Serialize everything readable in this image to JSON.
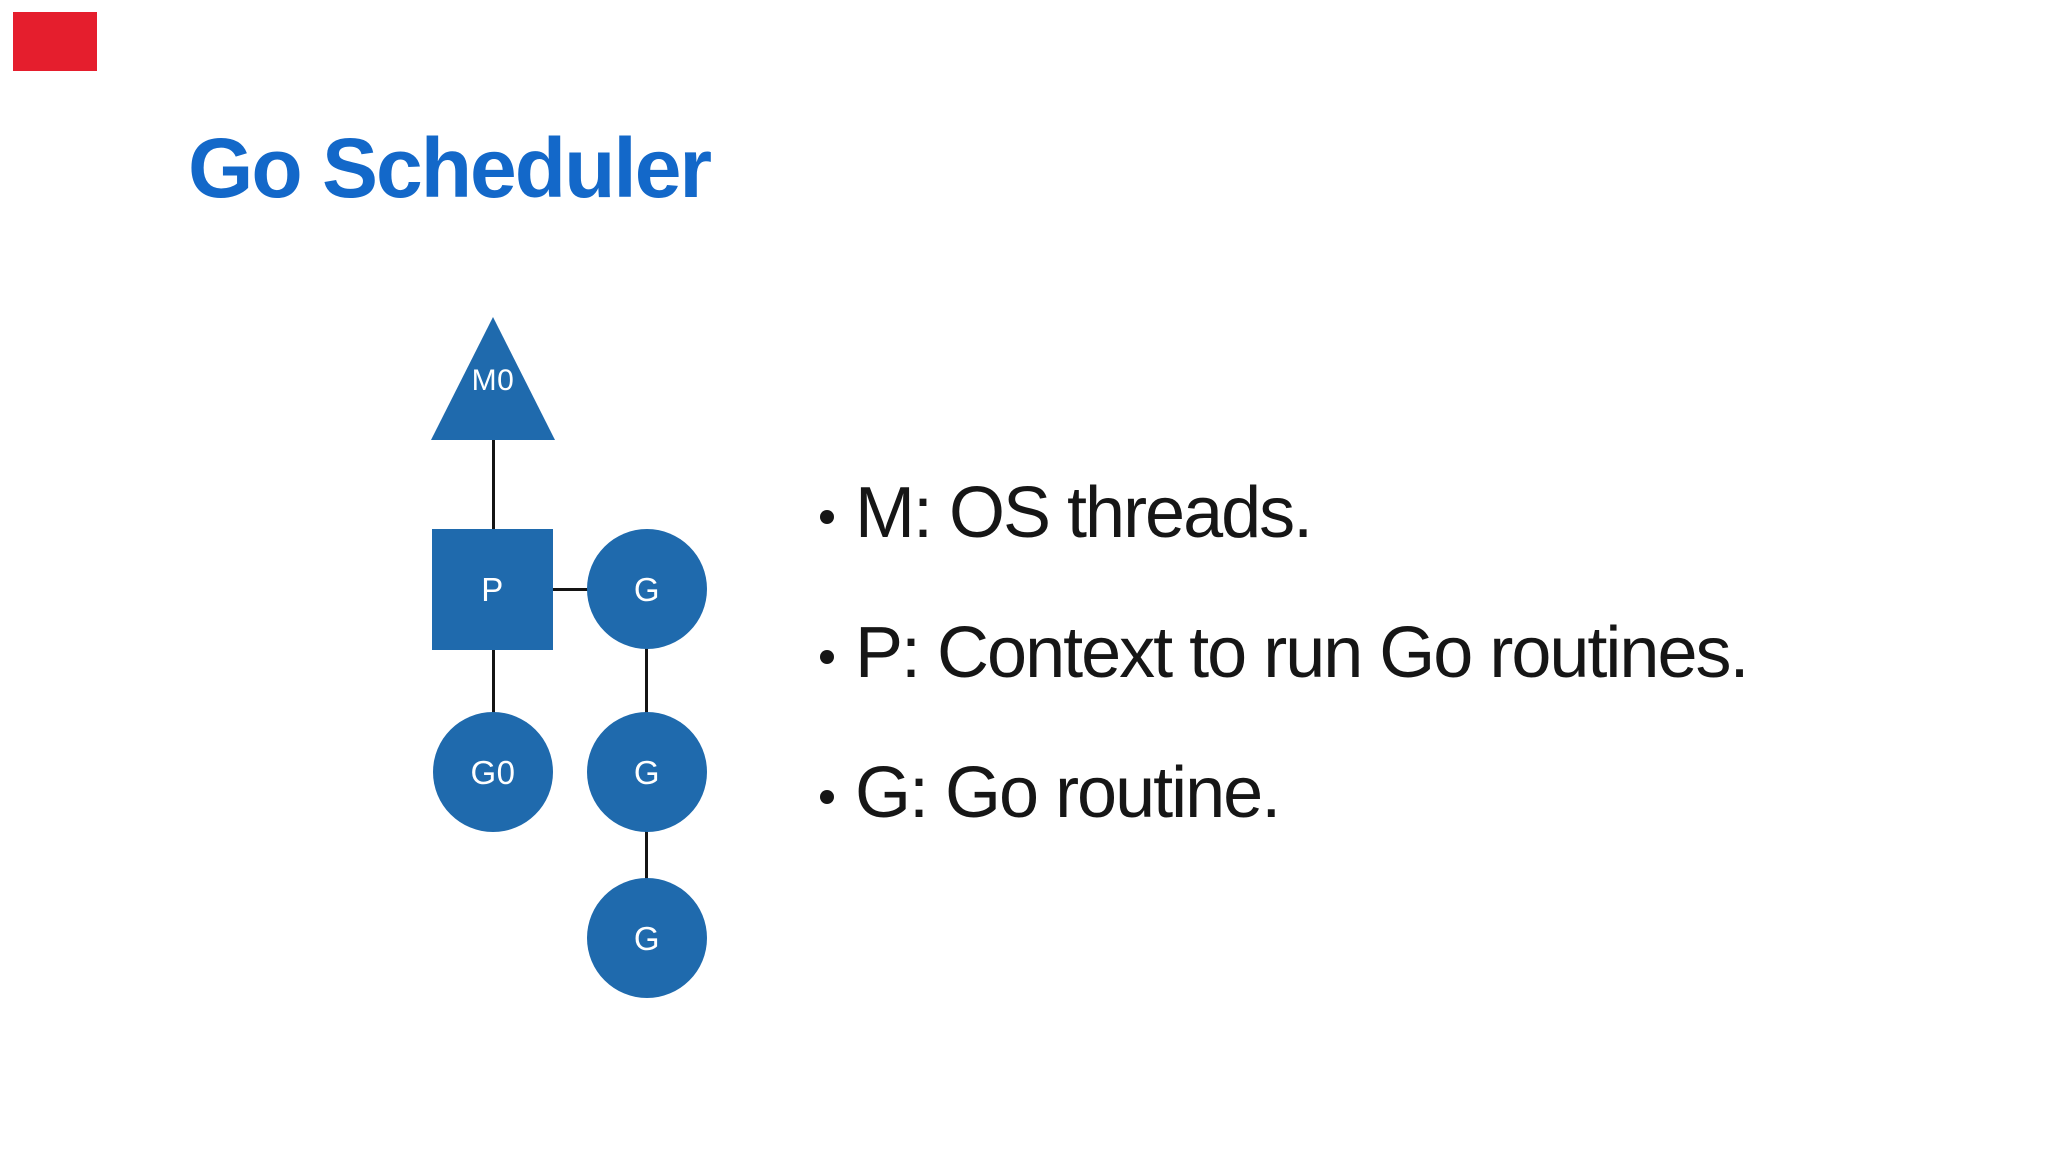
{
  "slide": {
    "title": "Go Scheduler",
    "title_color": "#1368c9",
    "background_color": "#ffffff"
  },
  "indicator": {
    "color": "#e51e2d"
  },
  "diagram": {
    "shape_color": "#1f6aad",
    "node_label_color": "#ffffff",
    "connector_color": "#141414",
    "nodes": [
      {
        "id": "m0",
        "shape": "triangle",
        "label": "M0"
      },
      {
        "id": "p",
        "shape": "square",
        "label": "P"
      },
      {
        "id": "g1",
        "shape": "circle",
        "label": "G"
      },
      {
        "id": "g0",
        "shape": "circle",
        "label": "G0"
      },
      {
        "id": "g2",
        "shape": "circle",
        "label": "G"
      },
      {
        "id": "g3",
        "shape": "circle",
        "label": "G"
      }
    ],
    "edges": [
      {
        "from": "M0",
        "to": "P"
      },
      {
        "from": "P",
        "to": "G"
      },
      {
        "from": "P",
        "to": "G0"
      },
      {
        "from": "G",
        "to": "G"
      },
      {
        "from": "G",
        "to": "G"
      }
    ]
  },
  "bullets": {
    "text_color": "#161616",
    "items": [
      {
        "text": "M: OS threads."
      },
      {
        "text": "P: Context to run Go routines."
      },
      {
        "text": "G: Go routine."
      }
    ]
  }
}
